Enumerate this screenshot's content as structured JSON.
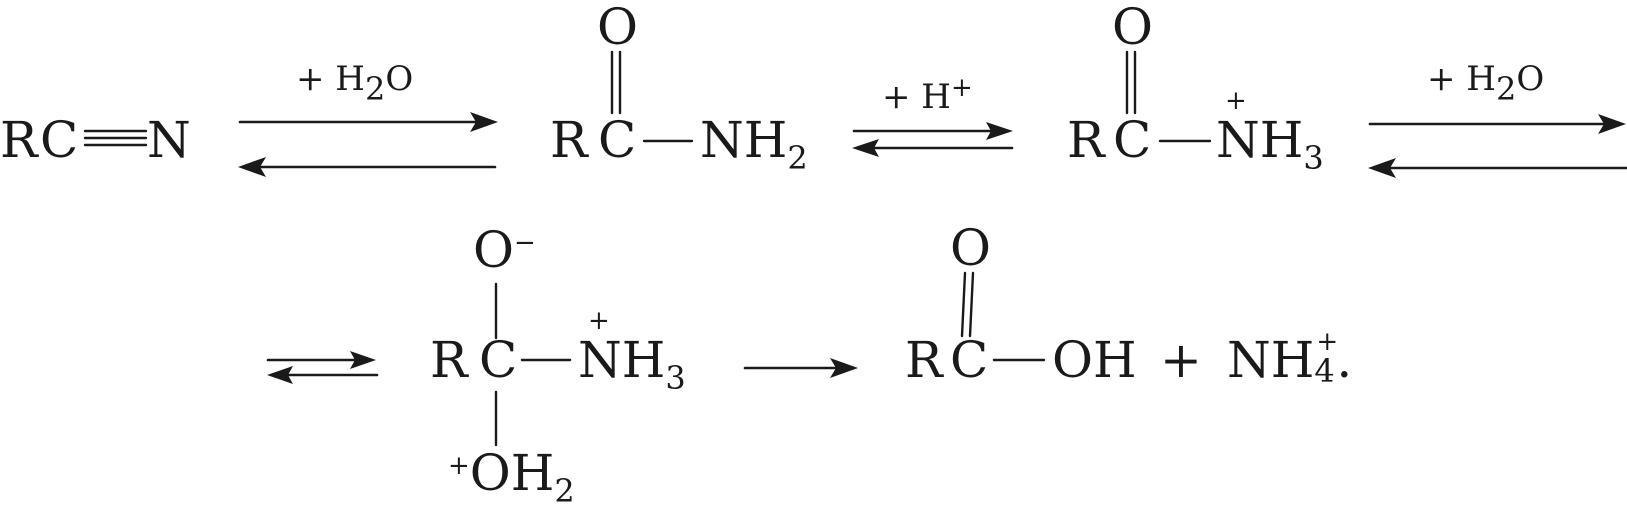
{
  "nitrile": {
    "R": "R",
    "C": "C",
    "N": "N"
  },
  "step1": {
    "reagent": "+ H",
    "reagent_sub": "2",
    "reagent_end": "O"
  },
  "amide": {
    "O": "O",
    "R": "R",
    "C": "C",
    "N": "NH",
    "N_sub": "2"
  },
  "step2": {
    "reagent": "+ H",
    "charge": "+"
  },
  "protonated_amide": {
    "O": "O",
    "R": "R",
    "C": "C",
    "charge": "+",
    "N": "NH",
    "N_sub": "3"
  },
  "step3": {
    "reagent": "+ H",
    "reagent_sub": "2",
    "reagent_end": "O"
  },
  "intermediate": {
    "O_top": "O",
    "O_top_charge": "−",
    "R": "R",
    "C": "C",
    "N_charge": "+",
    "N": "NH",
    "N_sub": "3",
    "O_bottom_charge": "+",
    "O_bottom": "OH",
    "O_bottom_sub": "2"
  },
  "product": {
    "O": "O",
    "R": "R",
    "C": "C",
    "OH": "OH",
    "plus": "+",
    "ammonium": "NH",
    "ammonium_sub": "4",
    "ammonium_charge": "+",
    "period": "."
  }
}
